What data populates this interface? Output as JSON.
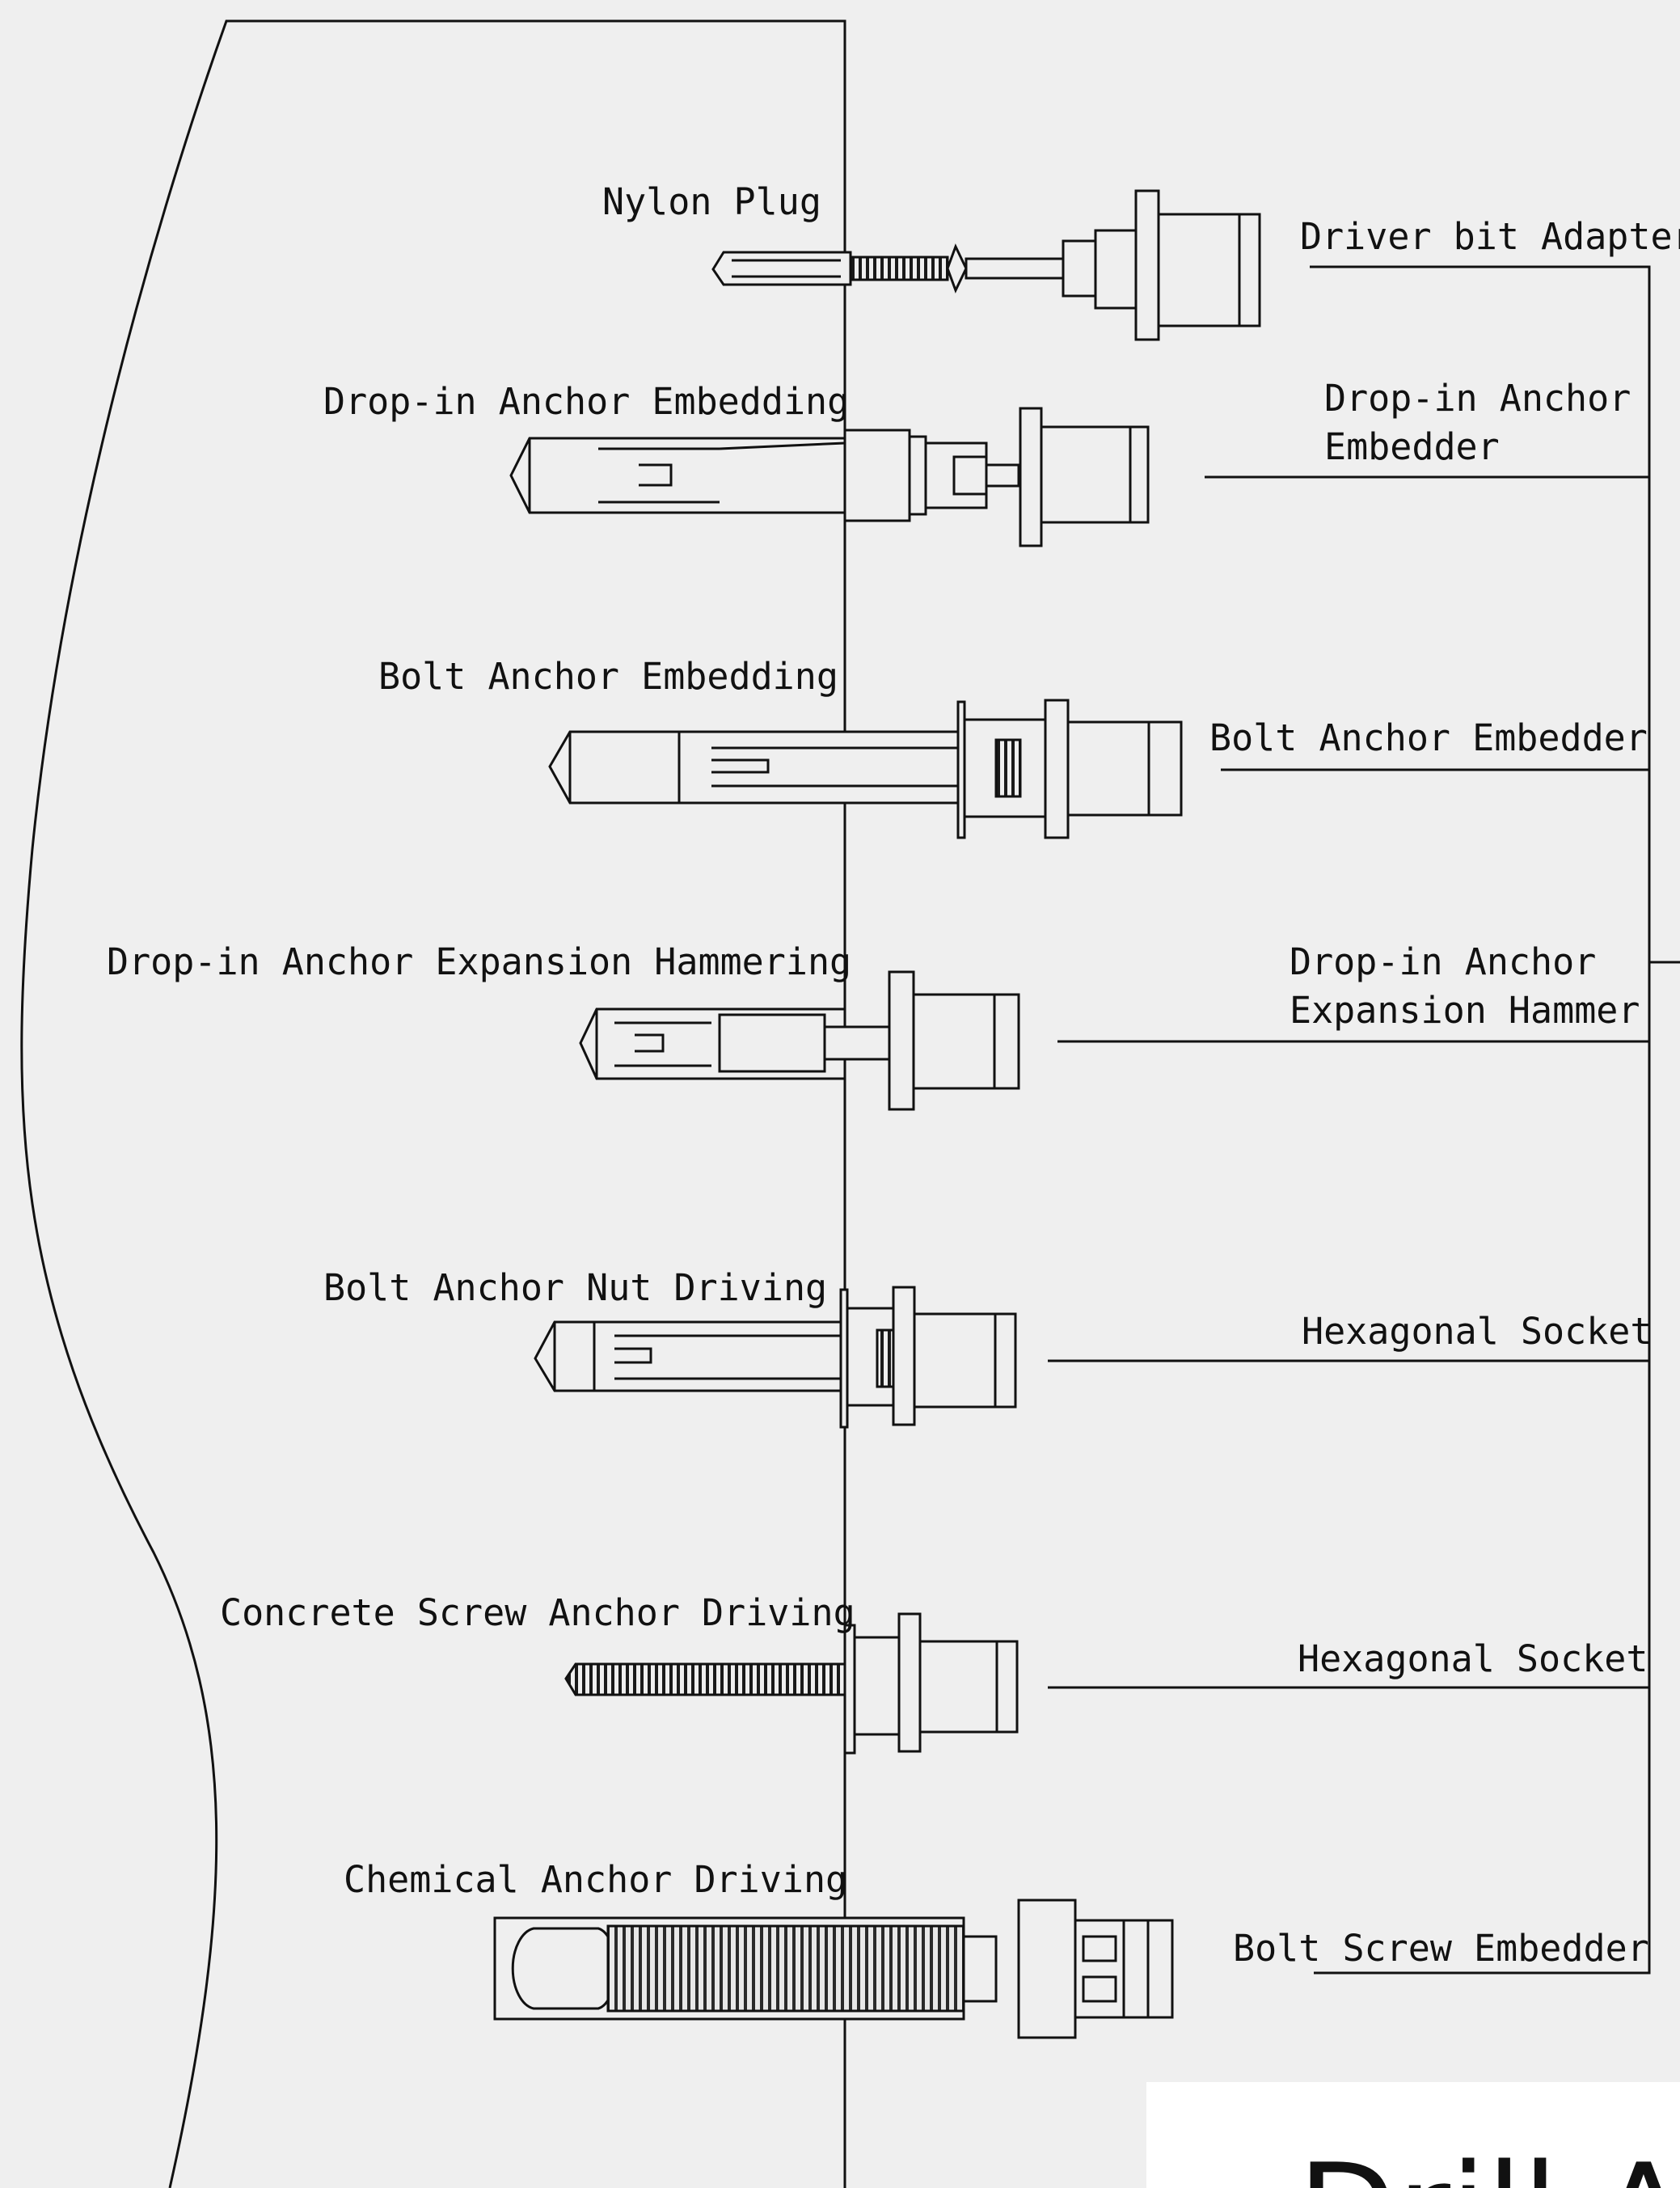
{
  "left_labels": {
    "nylon_plug": "Nylon Plug",
    "dropin_embedding": "Drop-in Anchor Embedding",
    "bolt_embedding": "Bolt Anchor Embedding",
    "dropin_hammering": "Drop-in Anchor Expansion Hammering",
    "bolt_nut_driving": "Bolt Anchor Nut Driving",
    "concrete_screw": "Concrete Screw Anchor Driving",
    "chemical_anchor": "Chemical Anchor Driving"
  },
  "right_labels": {
    "driver_bit": "Driver bit Adapter",
    "dropin_embedder_l1": "Drop-in Anchor",
    "dropin_embedder_l2": "Embedder",
    "bolt_embedder": "Bolt Anchor Embedder",
    "hammer_l1": "Drop-in Anchor",
    "hammer_l2": "Expansion Hammer",
    "hex_socket_1": "Hexagonal Socket",
    "hex_socket_2": "Hexagonal Socket",
    "bolt_screw_embedder": "Bolt Screw Embedder"
  },
  "footer": {
    "partial_title": "Drill A"
  },
  "colors": {
    "background": "#efefef",
    "ink": "#111111",
    "footer_panel": "#ffffff"
  }
}
